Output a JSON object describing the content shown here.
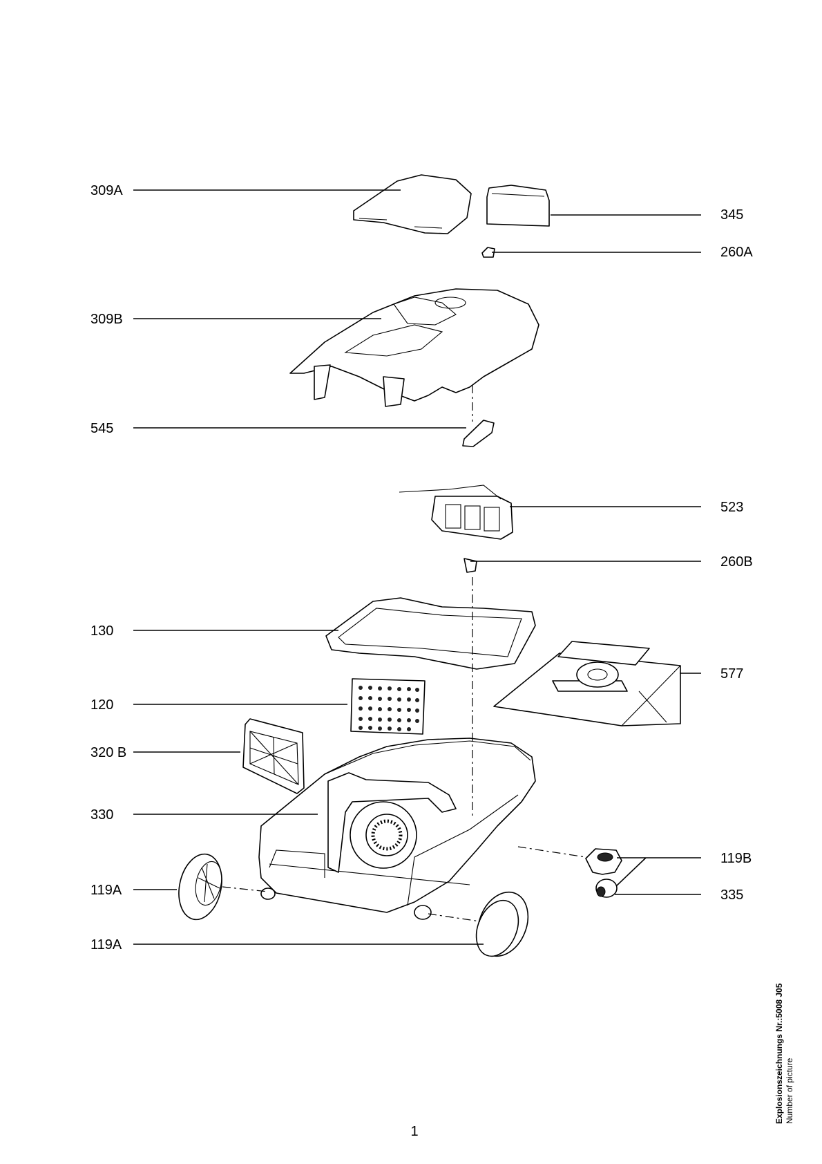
{
  "parts": [
    {
      "id": "309A"
    },
    {
      "id": "345"
    },
    {
      "id": "260A"
    },
    {
      "id": "309B"
    },
    {
      "id": "545"
    },
    {
      "id": "523"
    },
    {
      "id": "260B"
    },
    {
      "id": "130"
    },
    {
      "id": "577"
    },
    {
      "id": "120"
    },
    {
      "id": "320 B"
    },
    {
      "id": "330"
    },
    {
      "id": "119B"
    },
    {
      "id": "119A"
    },
    {
      "id": "335"
    },
    {
      "id": "119A"
    }
  ],
  "footer": {
    "drawing_title": "Explosionszeichnungs Nr.:5008 J05",
    "drawing_subtitle": "Number of picture",
    "page_number": "1"
  }
}
